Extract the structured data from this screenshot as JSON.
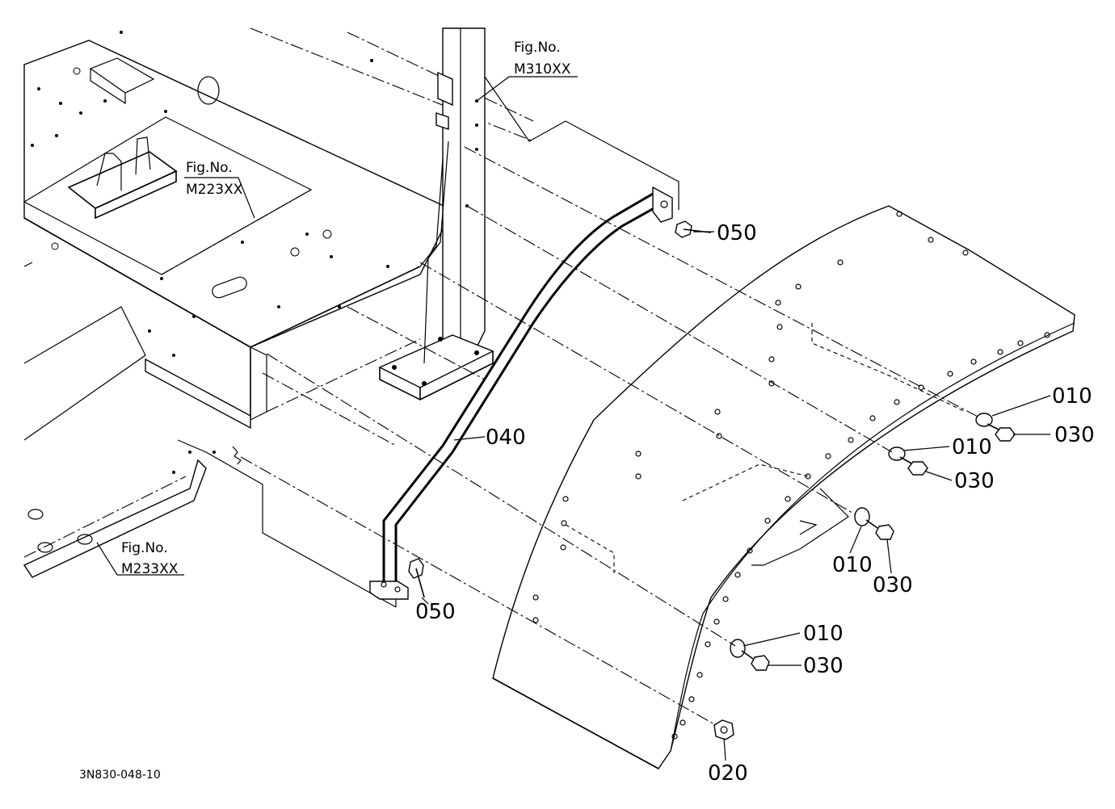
{
  "figure_references": [
    {
      "line1": "Fig.No.",
      "line2": "M310XX"
    },
    {
      "line1": "Fig.No.",
      "line2": "M223XX"
    },
    {
      "line1": "Fig.No.",
      "line2": "M233XX"
    }
  ],
  "part_labels": {
    "p010_a": "010",
    "p030_a": "030",
    "p010_b": "010",
    "p030_b": "030",
    "p010_c": "010",
    "p030_c": "030",
    "p010_d": "010",
    "p030_d": "030",
    "p020": "020",
    "p040": "040",
    "p050_top": "050",
    "p050_bottom": "050"
  },
  "drawing_id": "3N830-048-10"
}
